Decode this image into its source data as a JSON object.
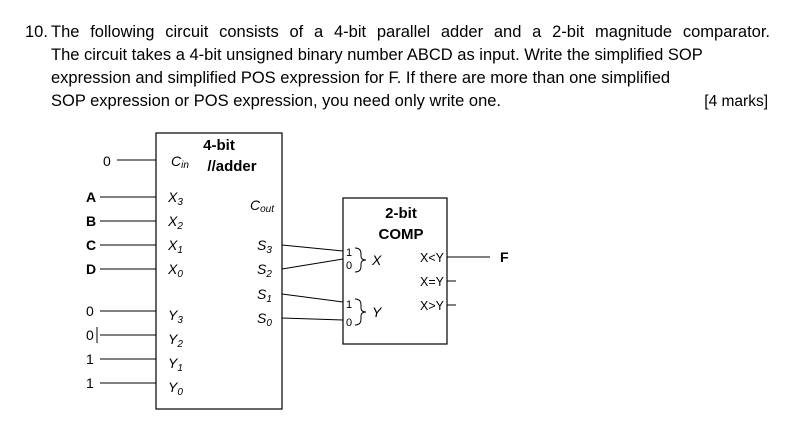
{
  "question": {
    "number": "10.",
    "lines": [
      "The following circuit consists of a 4-bit parallel adder and a 2-bit magnitude comparator.",
      "The circuit takes a 4-bit unsigned binary number ABCD as input. Write the simplified SOP",
      "expression and simplified POS expression for F. If there are more than one simplified",
      "SOP expression or POS expression, you need only write one."
    ],
    "marks": "[4 marks]"
  },
  "adder": {
    "title_line1": "4-bit",
    "title_line2": "//adder",
    "cin": "C",
    "cin_sub": "in",
    "cout": "C",
    "cout_sub": "out",
    "x_inputs": [
      {
        "name": "X",
        "sub": "3"
      },
      {
        "name": "X",
        "sub": "2"
      },
      {
        "name": "X",
        "sub": "1"
      },
      {
        "name": "X",
        "sub": "0"
      }
    ],
    "y_inputs": [
      {
        "name": "Y",
        "sub": "3"
      },
      {
        "name": "Y",
        "sub": "2"
      },
      {
        "name": "Y",
        "sub": "1"
      },
      {
        "name": "Y",
        "sub": "0"
      }
    ],
    "s_outputs": [
      {
        "name": "S",
        "sub": "3"
      },
      {
        "name": "S",
        "sub": "2"
      },
      {
        "name": "S",
        "sub": "1"
      },
      {
        "name": "S",
        "sub": "0"
      }
    ]
  },
  "external_inputs": {
    "cin_value": "0",
    "abcd": [
      "A",
      "B",
      "C",
      "D"
    ],
    "y_values": [
      "0",
      "0",
      "1",
      "1"
    ]
  },
  "comparator": {
    "title_line1": "2-bit",
    "title_line2": "COMP",
    "x_label": "X",
    "y_label": "Y",
    "bit_high": "1",
    "bit_low": "0",
    "out_lt": "X<Y",
    "out_eq": "X=Y",
    "out_gt": "X>Y"
  },
  "output_label": "F"
}
